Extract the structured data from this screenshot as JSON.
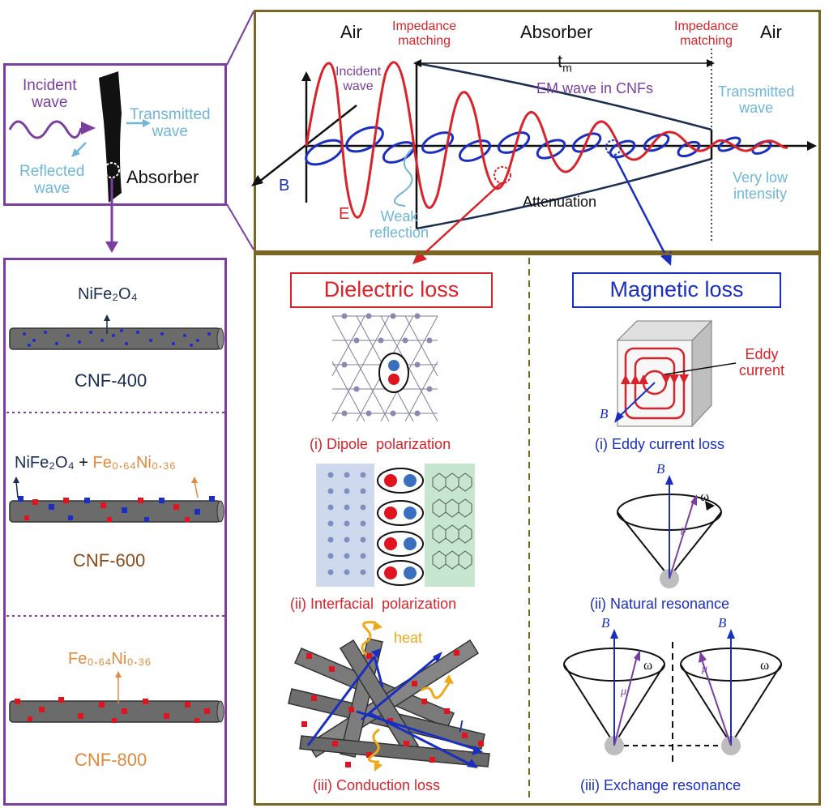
{
  "colors": {
    "purple": "#7b3fa0",
    "olive": "#7a6620",
    "red": "#d9232a",
    "blue": "#1a2fc0",
    "lightblue": "#6fb6d9",
    "navy": "#1a2e52",
    "orange": "#e08a3c",
    "brown": "#8a4a1a"
  },
  "inset": {
    "incident": "Incident\nwave",
    "transmitted": "Transmitted\nwave",
    "reflected": "Reflected\nwave",
    "absorber": "Absorber"
  },
  "wave": {
    "air_left": "Air",
    "air_right": "Air",
    "absorber": "Absorber",
    "impedance_left": "Impedance\nmatching",
    "impedance_right": "Impedance\nmatching",
    "tm": "t",
    "tm_sub": "m",
    "incident": "Incident\nwave",
    "em_cnf": "EM wave in CNFs",
    "transmitted": "Transmitted\nwave",
    "very_low": "Very low\nintensity",
    "b": "B",
    "e": "E",
    "weak": "Weak\nreflection",
    "attenuation": "Attenuation"
  },
  "cnf": {
    "s1_top": "NiFe₂O₄",
    "s1_name": "CNF-400",
    "s2_top_a": "NiFe₂O₄",
    "s2_plus": " + ",
    "s2_top_b": "Fe₀.₆₄Ni₀.₃₆",
    "s2_name": "CNF-600",
    "s3_top": "Fe₀.₆₄Ni₀.₃₆",
    "s3_name": "CNF-800"
  },
  "dielectric": {
    "title": "Dielectric loss",
    "i": "(i) Dipole  polarization",
    "ii": "(ii) Interfacial  polarization",
    "iii": "(iii) Conduction loss",
    "heat": "heat",
    "current": "I",
    "plus": "+",
    "minus": "-"
  },
  "magnetic": {
    "title": "Magnetic loss",
    "eddy": "Eddy\ncurrent",
    "i": "(i) Eddy current loss",
    "ii": "(ii) Natural resonance",
    "iii": "(iii) Exchange resonance",
    "b": "B",
    "mu": "μ",
    "omega": "ω"
  }
}
